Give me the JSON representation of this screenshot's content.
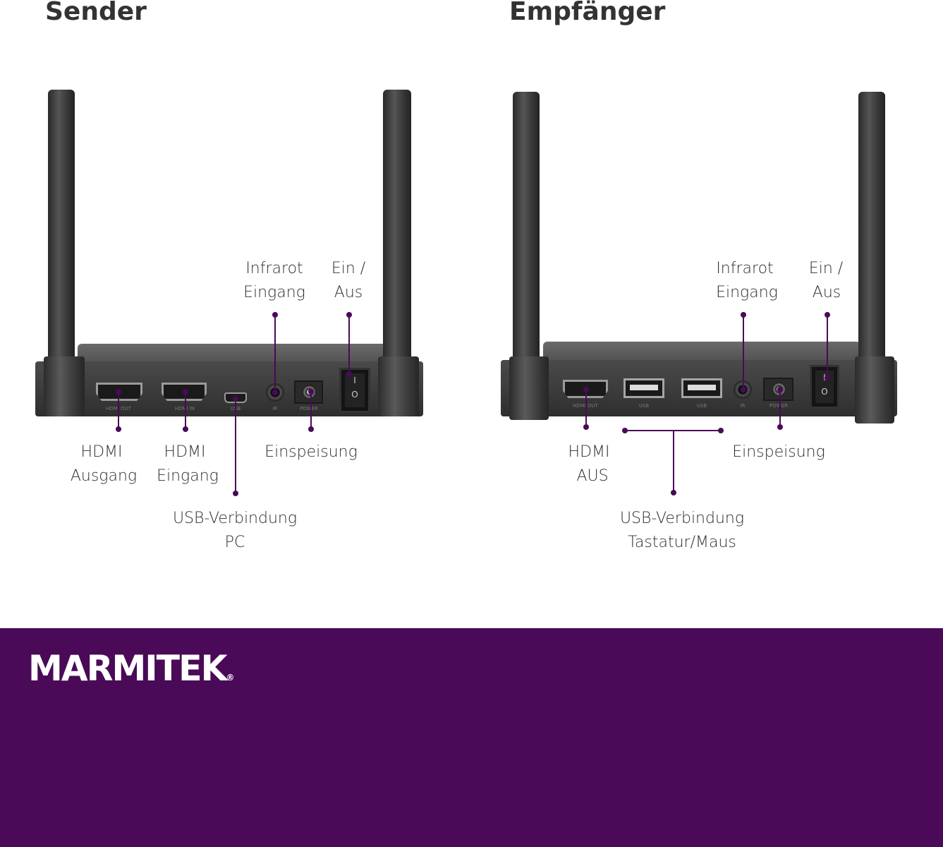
{
  "sender": {
    "title": "Sender",
    "ports": {
      "hdmi_out": "HDMI OUT",
      "hdmi_in": "HDMI IN",
      "usb": "USB",
      "ir": "IR",
      "power": "POWER"
    },
    "labels": {
      "hdmi_out": [
        "HDMI",
        "Ausgang"
      ],
      "hdmi_in": [
        "HDMI",
        "Eingang"
      ],
      "usb": [
        "USB-Verbindung",
        "PC"
      ],
      "power": "Einspeisung",
      "ir": [
        "Infrarot",
        "Eingang"
      ],
      "switch": [
        "Ein /",
        "Aus"
      ]
    }
  },
  "receiver": {
    "title": "Empfänger",
    "ports": {
      "hdmi_out": "HDMI OUT",
      "usb1": "USB",
      "usb2": "USB",
      "ir": "IR",
      "power": "POWER"
    },
    "labels": {
      "hdmi": [
        "HDMI",
        "AUS"
      ],
      "usb": [
        "USB-Verbindung",
        "Tastatur/Maus"
      ],
      "power": "Einspeisung",
      "ir": [
        "Infrarot",
        "Eingang"
      ],
      "switch": [
        "Ein /",
        "Aus"
      ]
    }
  },
  "switch_symbols": {
    "on": "I",
    "off": "O"
  },
  "brand": {
    "logo": "MARMITEK",
    "registered": "®",
    "band_color": "#4a0a57",
    "accent_line_color": "#4a0a57"
  }
}
